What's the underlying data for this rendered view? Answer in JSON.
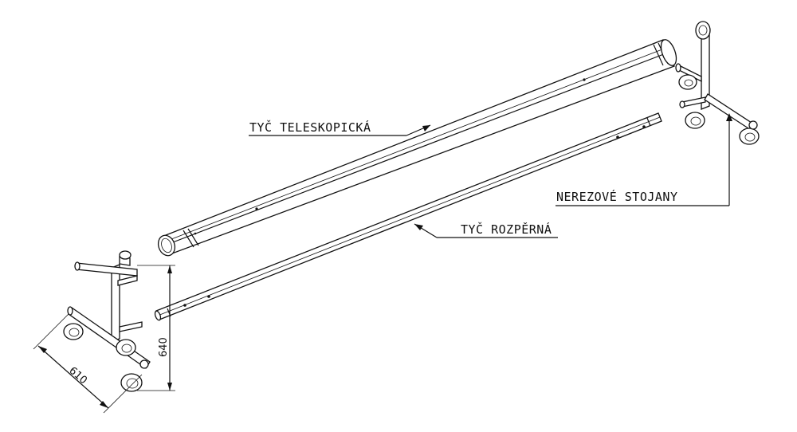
{
  "labels": {
    "telescopic_bar": "TYČ TELESKOPICKÁ",
    "spreader_bar": "TYČ ROZPĚRNÁ",
    "stainless_stands": "NEREZOVÉ STOJANY"
  },
  "dimensions": {
    "height": "640",
    "width": "610"
  },
  "colors": {
    "line": "#111111",
    "background": "#ffffff"
  }
}
